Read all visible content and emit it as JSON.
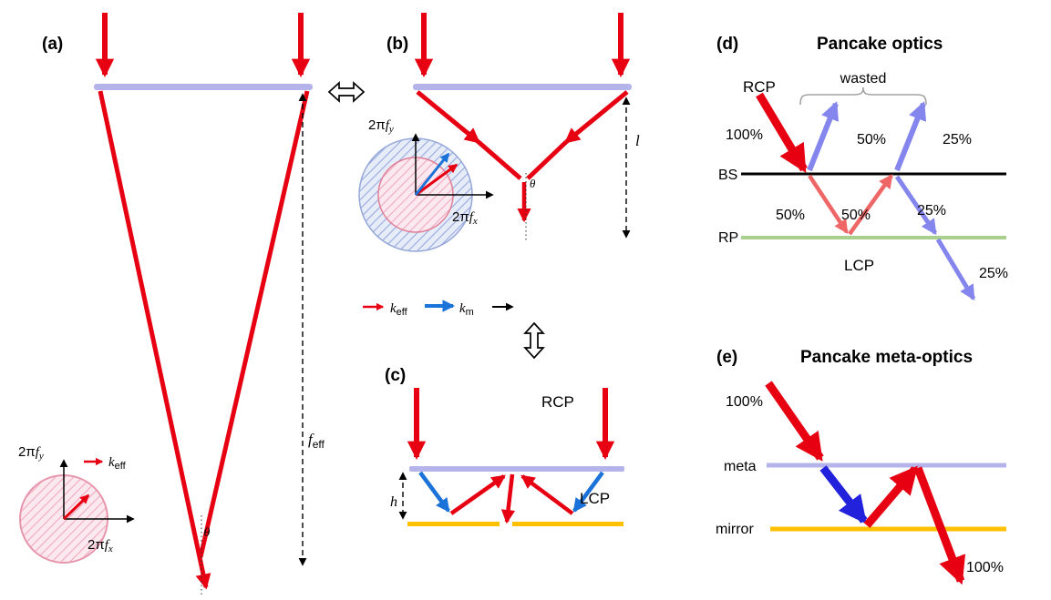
{
  "colors": {
    "red": "#e60012",
    "light_red": "#ee6666",
    "blue": "#1b72d8",
    "deep_blue": "#2222dd",
    "violet": "#8585ee",
    "lens_lavender": "#b4b4ea",
    "mirror_gold": "#ffc000",
    "rp_green": "#a9d18e"
  },
  "panel_a": {
    "label": "(a)",
    "theta": "θ",
    "f": "f",
    "f_sub": "eff",
    "inset": {
      "pi": "2π",
      "f": "f",
      "sub_y": "y",
      "sub_x": "x",
      "k": "k",
      "k_sub": "eff"
    }
  },
  "panel_b": {
    "label": "(b)",
    "theta": "θ",
    "l": "l",
    "inset": {
      "pi": "2π",
      "f": "f",
      "sub_y": "y",
      "sub_x": "x"
    },
    "legend": {
      "k": "k",
      "k_eff_sub": "eff",
      "k_m_sub": "m"
    }
  },
  "panel_c": {
    "label": "(c)",
    "rcp": "RCP",
    "lcp": "LCP",
    "h": "h"
  },
  "panel_d": {
    "label": "(d)",
    "title": "Pancake optics",
    "rcp": "RCP",
    "wasted": "wasted",
    "bs": "BS",
    "rp": "RP",
    "lcp": "LCP",
    "pct_in": "100%",
    "pct_wasted_1": "50%",
    "pct_wasted_2": "25%",
    "pct_down": "50%",
    "pct_return": "50%",
    "pct_reflect": "25%",
    "pct_out": "25%"
  },
  "panel_e": {
    "label": "(e)",
    "title": "Pancake meta-optics",
    "meta": "meta",
    "mirror": "mirror",
    "pct_in": "100%",
    "pct_out": "100%"
  }
}
